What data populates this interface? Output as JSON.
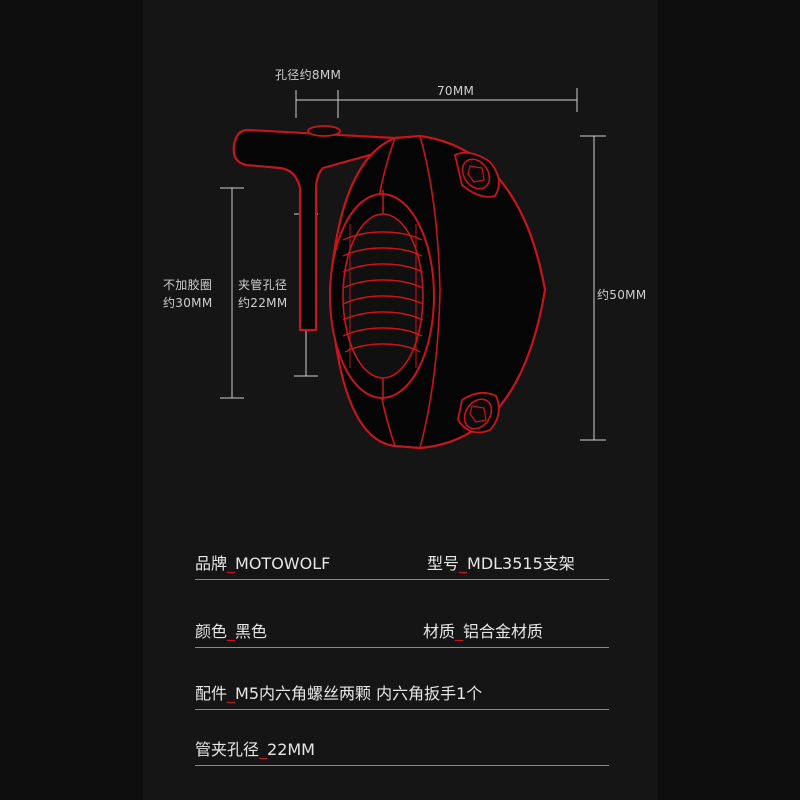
{
  "dimensions": {
    "hole_label": "孔径约8MM",
    "width_label": "70MM",
    "height_label": "约50MM",
    "no_rubber_line1": "不加胶圈",
    "no_rubber_line2": "约30MM",
    "clamp_hole_line1": "夹管孔径",
    "clamp_hole_line2": "约22MM"
  },
  "specs": {
    "brand": {
      "key": "品牌",
      "value": "MOTOWOLF"
    },
    "model": {
      "key": "型号",
      "value": "MDL3515支架"
    },
    "color": {
      "key": "颜色",
      "value": "黑色"
    },
    "material": {
      "key": "材质",
      "value": "铝合金材质"
    },
    "accessories": {
      "key": "配件",
      "value": "M5内六角螺丝两颗 内六角扳手1个"
    },
    "clamp_diameter": {
      "key": "管夹孔径",
      "value": "22MM"
    }
  },
  "colors": {
    "outline": "#c4161c",
    "background": "#151515",
    "text": "#e6e6e6"
  }
}
